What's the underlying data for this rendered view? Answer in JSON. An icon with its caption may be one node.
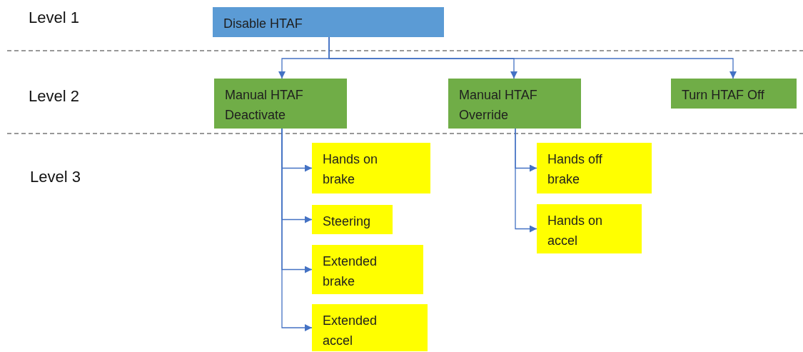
{
  "diagram": {
    "nodes": [
      {
        "text": [
          "Disable HTAF"
        ]
      },
      {
        "text": [
          "Manual HTAF Deactivate"
        ]
      },
      {
        "text": [
          "Manual HTAF Override"
        ]
      },
      {
        "text": [
          "Turn HTAF Off"
        ]
      },
      {
        "text": [
          "Hands on brake"
        ]
      },
      {
        "text": [
          "Steering"
        ]
      },
      {
        "text": [
          "Extended brake"
        ]
      },
      {
        "text": [
          "Extended accel"
        ]
      },
      {
        "text": [
          "Hands off brake"
        ]
      },
      {
        "text": [
          "Hands on accel"
        ]
      }
    ],
    "edges": [
      {
        "from": 0,
        "to": 1,
        "arrow": "to"
      },
      {
        "from": 0,
        "to": 2,
        "arrow": "to"
      },
      {
        "from": 0,
        "to": 3,
        "arrow": "to"
      },
      {
        "from": 1,
        "to": 4,
        "arrow": "to"
      },
      {
        "from": 1,
        "to": 5,
        "arrow": "to"
      },
      {
        "from": 1,
        "to": 6,
        "arrow": "to"
      },
      {
        "from": 1,
        "to": 7,
        "arrow": "to"
      },
      {
        "from": 2,
        "to": 8,
        "arrow": "to"
      },
      {
        "from": 2,
        "to": 9,
        "arrow": "to"
      }
    ],
    "labels": [
      "Level 1",
      "Level 2",
      "Level 3"
    ]
  }
}
